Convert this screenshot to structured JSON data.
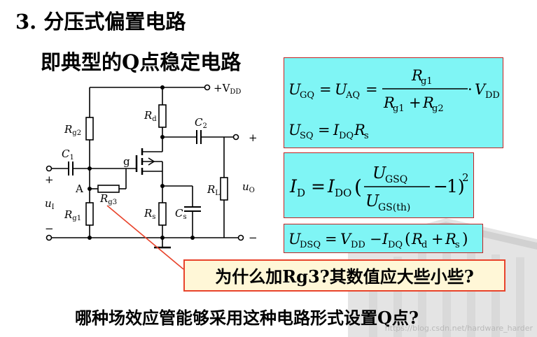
{
  "title": "3. 分压式偏置电路",
  "subtitle": "即典型的Q点稳定电路",
  "question_box": "为什么加Rg3?其数值应大些小些?",
  "bottom_question": "哪种场效应管能够采用这种电路形式设置Q点?",
  "watermark": "https://blog.csdn.net/hardware_harder",
  "colors": {
    "formula_bg": "#7ff5f5",
    "formula_border": "#c22222",
    "callout_border": "#e8432b",
    "callout_bg": "#fff7d7"
  },
  "circuit": {
    "vdd": "+V",
    "vdd_sub": "DD",
    "rg2": "R",
    "rg2_sub": "g2",
    "rg1": "R",
    "rg1_sub": "g1",
    "rg3": "R",
    "rg3_sub": "g3",
    "rd": "R",
    "rd_sub": "d",
    "rs": "R",
    "rs_sub": "s",
    "rl": "R",
    "rl_sub": "L",
    "c1": "C",
    "c1_sub": "1",
    "c2": "C",
    "c2_sub": "2",
    "cs": "C",
    "cs_sub": "s",
    "gate": "g",
    "node_a": "A",
    "ui": "u",
    "ui_sub": "I",
    "uo": "u",
    "uo_sub": "O",
    "plus": "+",
    "minus": "−"
  }
}
